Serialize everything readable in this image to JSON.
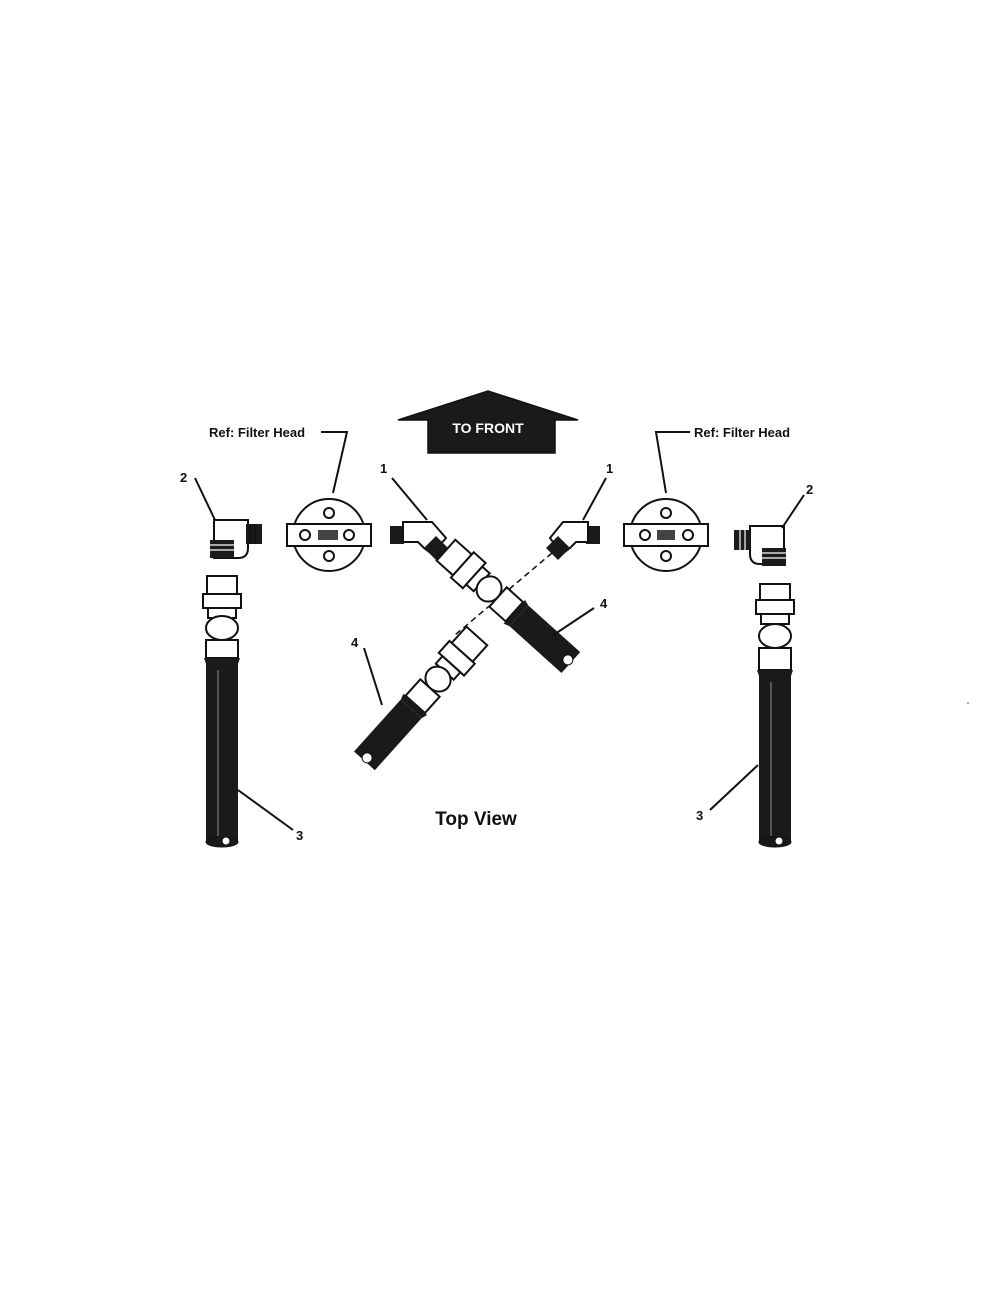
{
  "direction_arrow": {
    "label": "TO FRONT"
  },
  "references": {
    "left": "Ref: Filter Head",
    "right": "Ref: Filter Head"
  },
  "callouts": {
    "left_elbow": "2",
    "right_elbow": "2",
    "left_fitting_45": "1",
    "right_fitting_45": "1",
    "left_hose": "3",
    "right_hose": "3",
    "center_hose_left": "4",
    "center_hose_right": "4"
  },
  "view_title": "Top View"
}
